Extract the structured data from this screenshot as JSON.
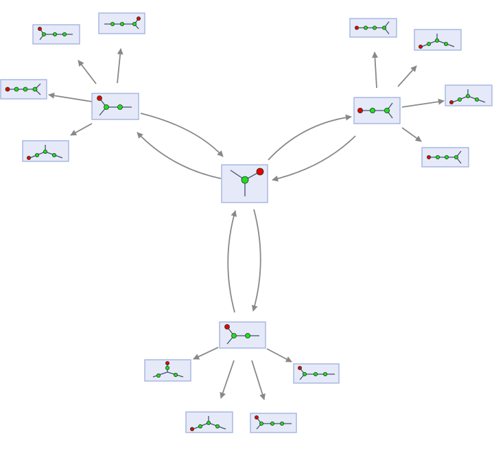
{
  "diagram": {
    "colors": {
      "box_fill": "#e6e9f8",
      "box_stroke": "#a3b3e0",
      "arrow": "#888888",
      "bond": "#3b556b",
      "node_green": "#22dd22",
      "node_red": "#e60000",
      "node_stroke": "#1a3a1a"
    },
    "nodes": [
      {
        "id": "center",
        "glyph": "star-red-arm"
      },
      {
        "id": "left-hub",
        "glyph": "branch-red-top"
      },
      {
        "id": "right-hub",
        "glyph": "chain-red-end-fork"
      },
      {
        "id": "bottom-hub",
        "glyph": "branch-red-top"
      },
      {
        "id": "lh-child-1",
        "glyph": "chain-red-end-fork"
      },
      {
        "id": "lh-child-2",
        "glyph": "tee-red-top"
      },
      {
        "id": "lh-child-3",
        "glyph": "chain-fork-red"
      },
      {
        "id": "lh-child-4",
        "glyph": "tee-red-bottom"
      },
      {
        "id": "rh-child-1",
        "glyph": "chain-fork-end"
      },
      {
        "id": "rh-child-2",
        "glyph": "tee-red-bottom"
      },
      {
        "id": "rh-child-3",
        "glyph": "tee-red-bottom"
      },
      {
        "id": "rh-child-4",
        "glyph": "chain-fork-end"
      },
      {
        "id": "bh-child-1",
        "glyph": "tee-red-top"
      },
      {
        "id": "bh-child-2",
        "glyph": "branch-red-top"
      },
      {
        "id": "bh-child-3",
        "glyph": "tee-red-bottom"
      },
      {
        "id": "bh-child-4",
        "glyph": "chain-red-end-fork"
      }
    ],
    "edges": [
      {
        "from": "left-hub",
        "to": "center"
      },
      {
        "from": "center",
        "to": "left-hub"
      },
      {
        "from": "right-hub",
        "to": "center"
      },
      {
        "from": "center",
        "to": "right-hub"
      },
      {
        "from": "bottom-hub",
        "to": "center"
      },
      {
        "from": "center",
        "to": "bottom-hub"
      },
      {
        "from": "left-hub",
        "to": "lh-child-1"
      },
      {
        "from": "left-hub",
        "to": "lh-child-2"
      },
      {
        "from": "left-hub",
        "to": "lh-child-3"
      },
      {
        "from": "left-hub",
        "to": "lh-child-4"
      },
      {
        "from": "right-hub",
        "to": "rh-child-1"
      },
      {
        "from": "right-hub",
        "to": "rh-child-2"
      },
      {
        "from": "right-hub",
        "to": "rh-child-3"
      },
      {
        "from": "right-hub",
        "to": "rh-child-4"
      },
      {
        "from": "bottom-hub",
        "to": "bh-child-1"
      },
      {
        "from": "bottom-hub",
        "to": "bh-child-2"
      },
      {
        "from": "bottom-hub",
        "to": "bh-child-3"
      },
      {
        "from": "bottom-hub",
        "to": "bh-child-4"
      }
    ]
  }
}
